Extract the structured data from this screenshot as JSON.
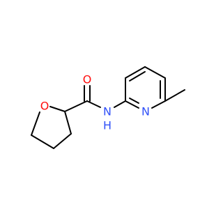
{
  "molecule": {
    "atoms": {
      "ring_oxygen": {
        "label": "O",
        "color": "#FF0D0D"
      },
      "carbonyl_oxygen": {
        "label": "O",
        "color": "#FF0D0D"
      },
      "amide_nitrogen": {
        "label": "N",
        "color": "#3050F8"
      },
      "amide_hydrogen": {
        "label": "H",
        "color": "#3050F8"
      },
      "pyridine_nitrogen": {
        "label": "N",
        "color": "#3050F8"
      }
    },
    "bond_color": "#000000"
  }
}
